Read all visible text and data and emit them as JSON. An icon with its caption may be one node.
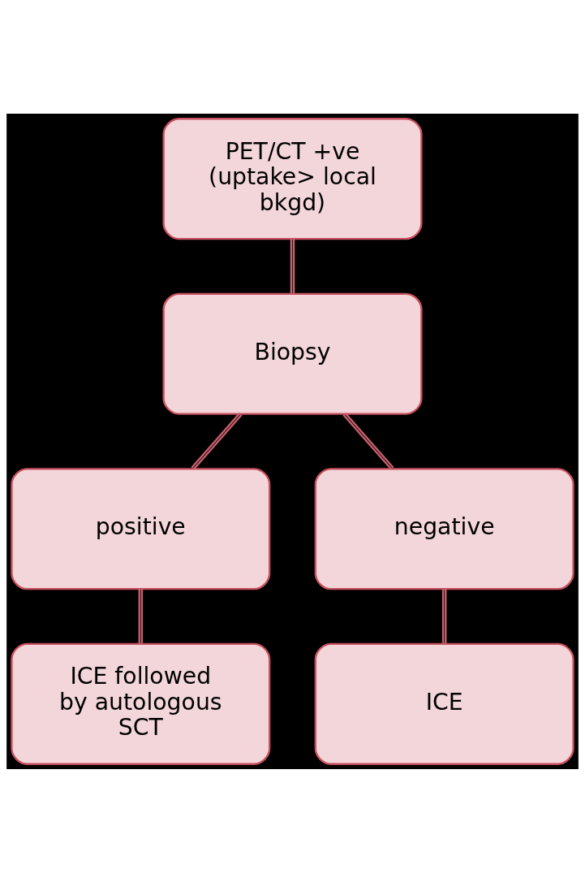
{
  "diagram": {
    "nodes": [
      {
        "text": [
          "PET/CT +ve (uptake> local bkgd)"
        ]
      },
      {
        "text": [
          "Biopsy"
        ]
      },
      {
        "text": [
          "positive"
        ]
      },
      {
        "text": [
          "negative"
        ]
      },
      {
        "text": [
          "ICE followed by autologous SCT"
        ]
      },
      {
        "text": [
          "ICE"
        ]
      }
    ],
    "edges": [
      {
        "from": 0,
        "to": 1,
        "arrow": "none"
      },
      {
        "from": 1,
        "to": 2,
        "arrow": "none"
      },
      {
        "from": 1,
        "to": 3,
        "arrow": "none"
      },
      {
        "from": 2,
        "to": 4,
        "arrow": "none"
      },
      {
        "from": 3,
        "to": 5,
        "arrow": "none"
      }
    ]
  }
}
